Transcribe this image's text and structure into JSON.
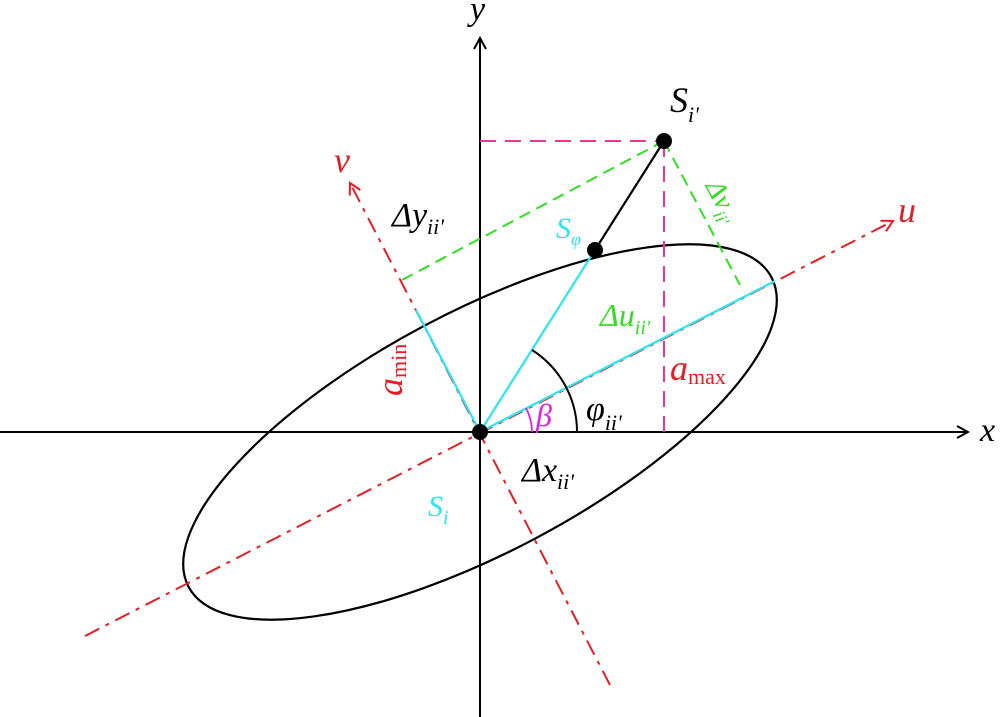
{
  "axes": {
    "x_label": "x",
    "y_label": "y",
    "u_label": "u",
    "v_label": "v"
  },
  "points": {
    "origin_label": "S",
    "origin_sub": "i",
    "target_label": "S",
    "target_sub": "i'",
    "ellipse_point_label": "S",
    "ellipse_point_sub": "φ"
  },
  "deltas": {
    "dx": "Δx",
    "dx_sub": "ii'",
    "dy": "Δy",
    "dy_sub": "ii'",
    "du": "Δu",
    "du_sub": "ii'",
    "dv": "Δv",
    "dv_sub": "ii'"
  },
  "angles": {
    "phi": "φ",
    "phi_sub": "ii'",
    "beta": "β"
  },
  "semi_axes": {
    "a_max": "a",
    "a_max_sub": "max",
    "a_min": "a",
    "a_min_sub": "min"
  },
  "colors": {
    "axis": "#000000",
    "rotated_axes": "#e31e24",
    "cyan": "#29e6f0",
    "green": "#33dd22",
    "magenta": "#ee3399",
    "beta": "#e020e0",
    "ellipse": "#000000"
  }
}
